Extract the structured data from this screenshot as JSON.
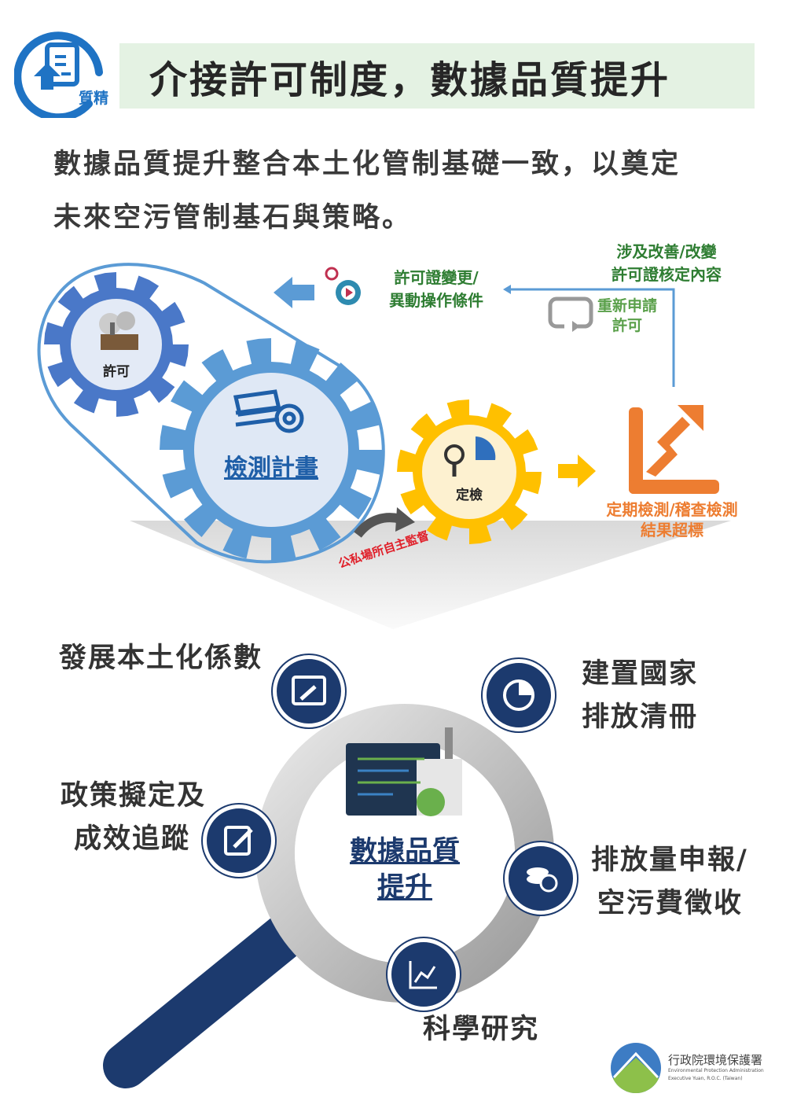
{
  "header": {
    "badge_label": "質精",
    "title": "介接許可制度，數據品質提升"
  },
  "intro": {
    "line1": "數據品質提升整合本土化管制基礎一致，以奠定",
    "line2": "未來空污管制基石與策略。"
  },
  "flow": {
    "permit_gear_label": "許可",
    "monitoring_plan_label": "檢測計畫",
    "inspection_gear_label": "定檢",
    "self_monitoring_label": "公私場所自主監督",
    "permit_change_line1": "許可證變更/",
    "permit_change_line2": "異動操作條件",
    "improvement_line1": "涉及改善/改變",
    "improvement_line2": "許可證核定內容",
    "reapply_line1": "重新申請",
    "reapply_line2": "許可",
    "exceed_line1": "定期檢測/稽查檢測",
    "exceed_line2": "結果超標"
  },
  "outcomes": {
    "center_line1": "數據品質",
    "center_line2": "提升",
    "local_factors": "發展本土化係數",
    "inventory_line1": "建置國家",
    "inventory_line2": "排放清冊",
    "policy_line1": "政策擬定及",
    "policy_line2": "成效追蹤",
    "fee_line1": "排放量申報/",
    "fee_line2": "空污費徵收",
    "research": "科學研究"
  },
  "footer": {
    "org_zh": "行政院環境保護署",
    "org_en1": "Environmental Protection Administration",
    "org_en2": "Executive Yuan, R.O.C. (Taiwan)"
  },
  "colors": {
    "navy": "#1c3a6e",
    "blue": "#5b9bd5",
    "green": "#2e7d32",
    "orange": "#ed7d31",
    "yellow": "#ffc000"
  }
}
